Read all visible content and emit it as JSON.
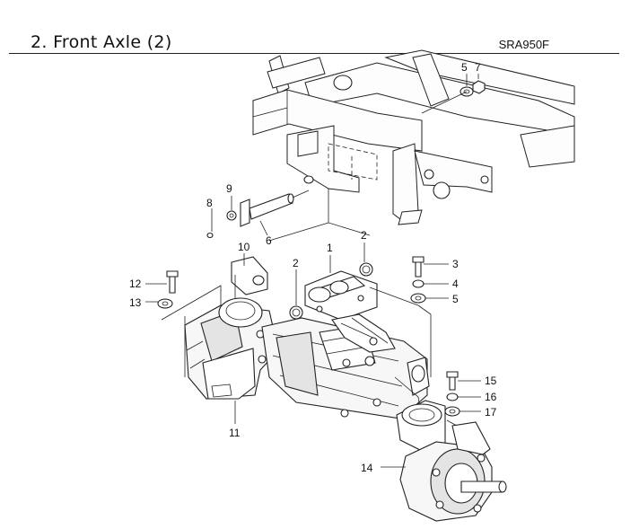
{
  "header": {
    "title": "2. Front Axle (2)",
    "model": "SRA950F"
  },
  "callouts": [
    {
      "id": "c5a",
      "label": "5"
    },
    {
      "id": "c7",
      "label": "7"
    },
    {
      "id": "c9",
      "label": "9"
    },
    {
      "id": "c8",
      "label": "8"
    },
    {
      "id": "c6",
      "label": "6"
    },
    {
      "id": "c10",
      "label": "10"
    },
    {
      "id": "c1",
      "label": "1"
    },
    {
      "id": "c2a",
      "label": "2"
    },
    {
      "id": "c2b",
      "label": "2"
    },
    {
      "id": "c3",
      "label": "3"
    },
    {
      "id": "c4",
      "label": "4"
    },
    {
      "id": "c5b",
      "label": "5"
    },
    {
      "id": "c12",
      "label": "12"
    },
    {
      "id": "c13",
      "label": "13"
    },
    {
      "id": "c11",
      "label": "11"
    },
    {
      "id": "c15",
      "label": "15"
    },
    {
      "id": "c16",
      "label": "16"
    },
    {
      "id": "c17",
      "label": "17"
    },
    {
      "id": "c14",
      "label": "14"
    }
  ]
}
